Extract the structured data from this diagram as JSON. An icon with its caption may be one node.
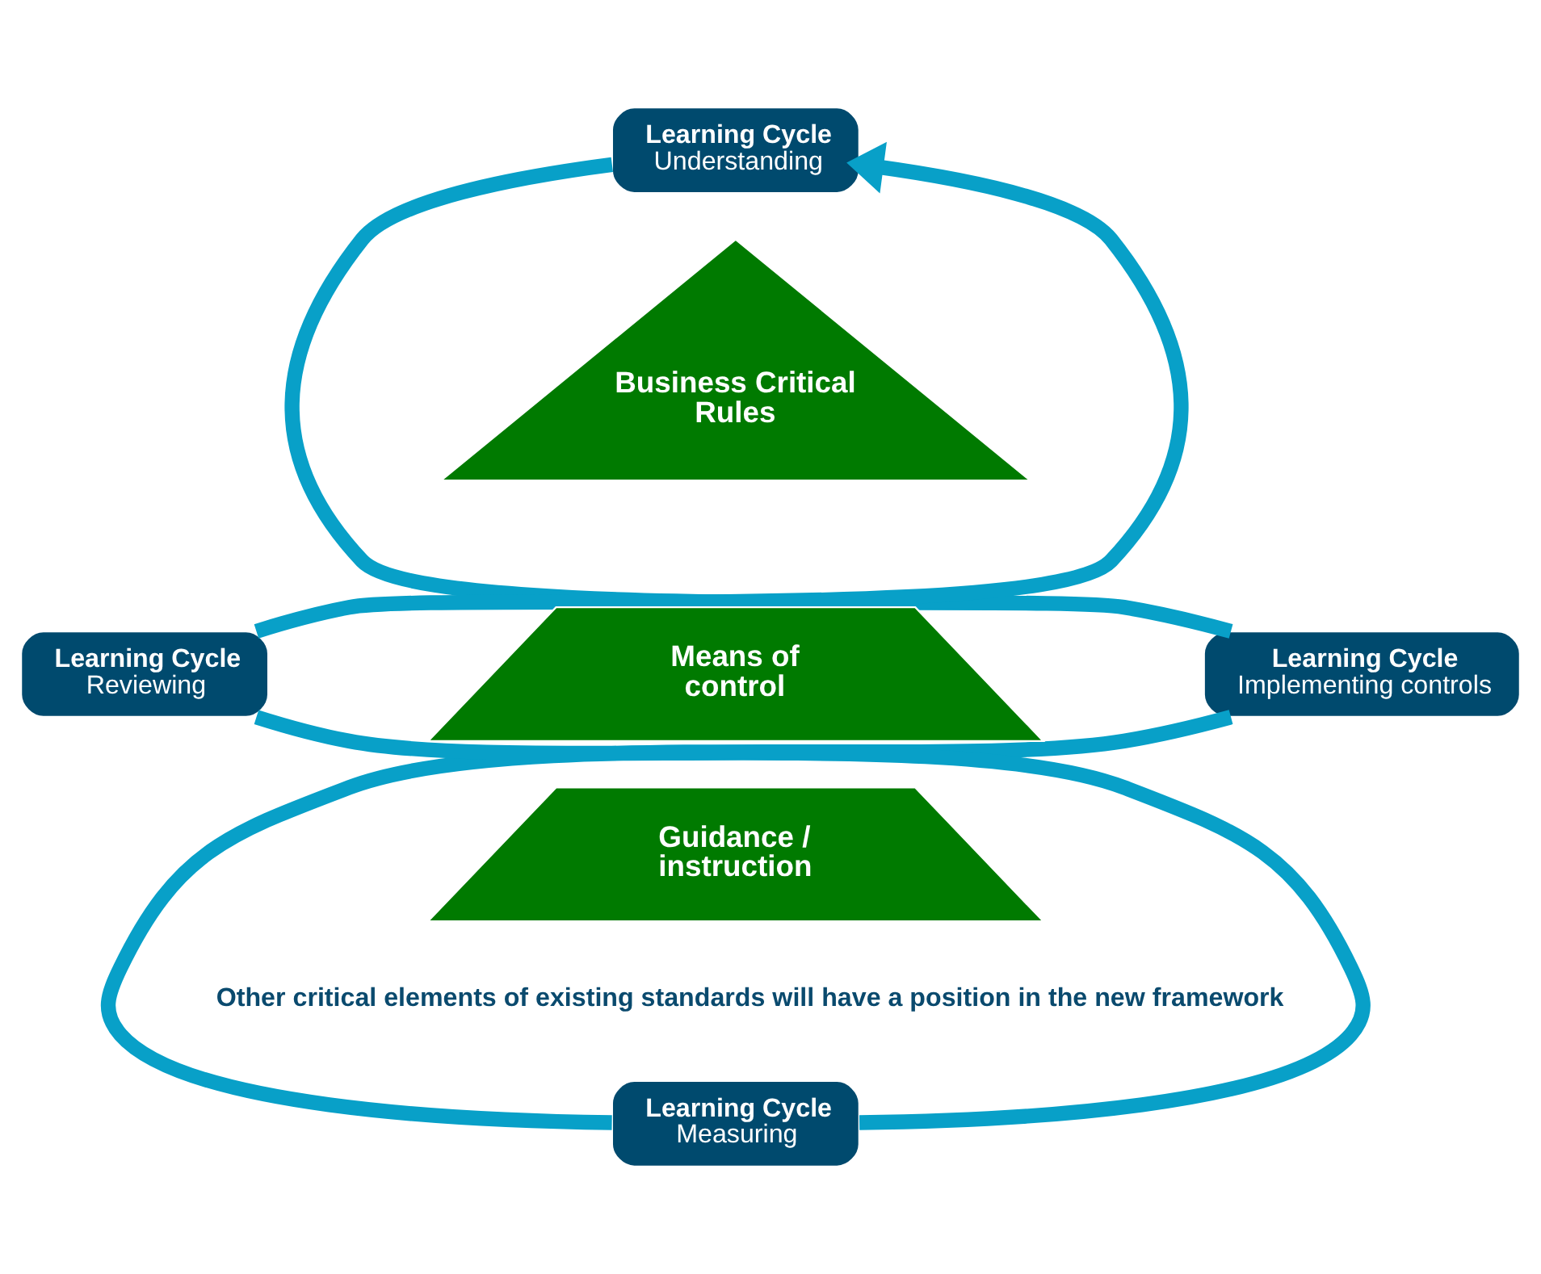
{
  "diagram": {
    "nodes": [
      {
        "text": [
          "Learning Cycle",
          "Understanding"
        ]
      },
      {
        "text": [
          "Learning Cycle",
          "Implementing controls"
        ]
      },
      {
        "text": [
          "Learning Cycle",
          "Measuring"
        ]
      },
      {
        "text": [
          "Learning Cycle",
          "Reviewing"
        ]
      },
      {
        "text": [
          "Business Critical Rules"
        ]
      },
      {
        "text": [
          "Means of control"
        ]
      },
      {
        "text": [
          "Guidance / instruction"
        ]
      }
    ],
    "edges": [
      {
        "from": 0,
        "to": 1,
        "arrow": "none"
      },
      {
        "from": 1,
        "to": 2,
        "arrow": "none"
      },
      {
        "from": 2,
        "to": 3,
        "arrow": "none"
      },
      {
        "from": 3,
        "to": 0,
        "arrow": "to"
      }
    ],
    "labels": [
      "Other critical elements of existing standards will have a position in the new framework"
    ]
  }
}
